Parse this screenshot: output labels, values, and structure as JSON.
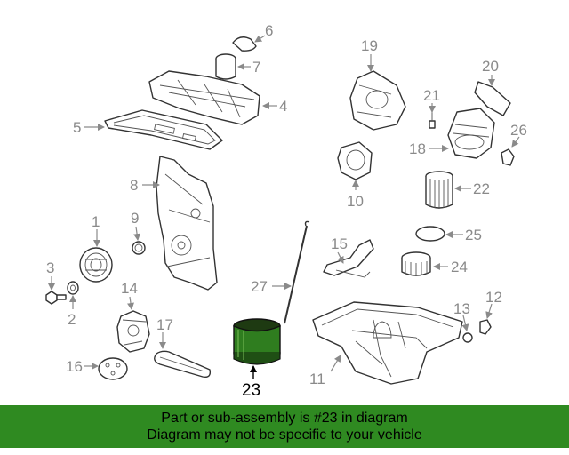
{
  "callouts": [
    "1",
    "2",
    "3",
    "4",
    "5",
    "6",
    "7",
    "8",
    "9",
    "10",
    "11",
    "12",
    "13",
    "14",
    "15",
    "16",
    "17",
    "18",
    "19",
    "20",
    "21",
    "22",
    "23",
    "24",
    "25",
    "26",
    "27"
  ],
  "highlighted_callout": "23",
  "banner": {
    "line1": "Part or sub-assembly is #23 in diagram",
    "line2": "Diagram may not be specific to your vehicle"
  },
  "colors": {
    "banner": "#2f8a21",
    "highlight_part": "#2f7d1f",
    "callout_text": "#8a8a8a"
  }
}
